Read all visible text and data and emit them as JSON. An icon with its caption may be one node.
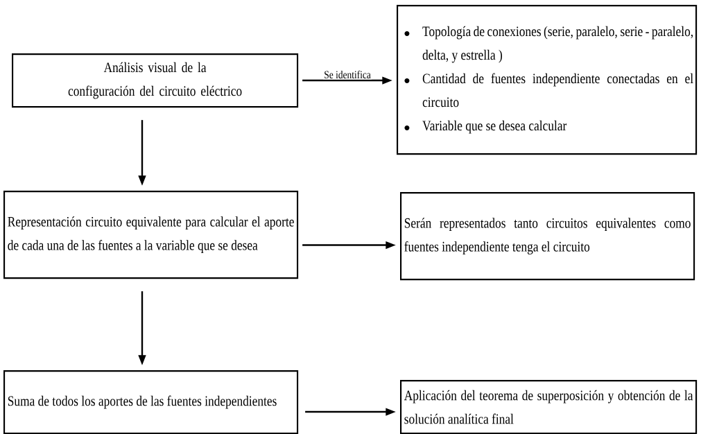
{
  "diagram": {
    "nodes": [
      {
        "text": [
          "Análisis visual de la configuración del circuito eléctrico"
        ]
      },
      {
        "text": [
          "Topología de conexiones (serie, paralelo, serie - paralelo, delta, y estrella )",
          "Cantidad de fuentes independiente conectadas en el circuito",
          "Variable que se desea calcular"
        ]
      },
      {
        "text": [
          "Representación circuito equivalente para calcular el aporte de cada una de las fuentes a la variable que se desea"
        ]
      },
      {
        "text": [
          "Serán representados tanto circuitos equivalentes como fuentes independiente tenga el circuito"
        ]
      },
      {
        "text": [
          "Suma de todos los aportes de las fuentes independientes"
        ]
      },
      {
        "text": [
          "Aplicación del teorema de superposición y obtención de la solución analítica final"
        ]
      }
    ],
    "edges": [
      {
        "from": 0,
        "to": 1,
        "arrow": "to",
        "label": "Se identifica"
      },
      {
        "from": 0,
        "to": 2,
        "arrow": "to"
      },
      {
        "from": 2,
        "to": 3,
        "arrow": "to"
      },
      {
        "from": 2,
        "to": 4,
        "arrow": "to"
      },
      {
        "from": 4,
        "to": 5,
        "arrow": "to"
      }
    ]
  }
}
